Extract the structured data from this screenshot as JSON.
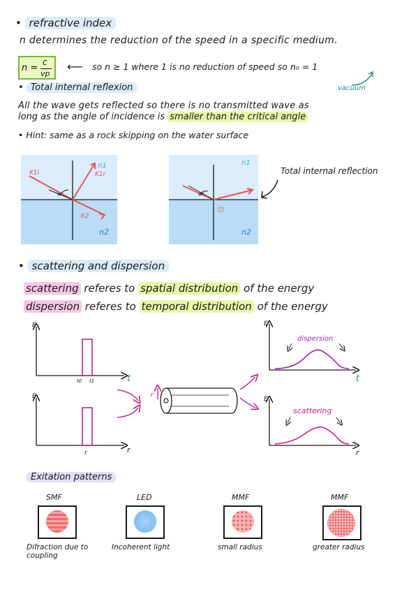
{
  "refractive": {
    "heading": "refractive index",
    "desc": "n determines the reduction of the speed in a specific medium.",
    "formula_n": "n =",
    "formula_num": "c",
    "formula_den": "vp",
    "formula_note": "so n ≥ 1 where 1 is no reduction of speed so n₀ = 1",
    "vacuum_label": "vacuum"
  },
  "tir": {
    "heading": "Total internal reflexion",
    "line1": "All the wave gets reflected so there is no transmitted wave as",
    "line2_a": "long as the angle of incidence is",
    "line2_hl": "smaller than the critical angle",
    "hint": "Hint: same as a rock skipping on the water surface",
    "diagram_labels": {
      "n1": "n1",
      "n2": "n2",
      "k1i": "K1i",
      "k1r": "K1r",
      "k2": "K2",
      "alpha": "αc",
      "empty": "∅"
    },
    "tir_caption": "Total internal reflection"
  },
  "scattering": {
    "heading": "scattering and dispersion",
    "scat_word": "scattering",
    "scat_rest_a": "referes to",
    "scat_hl": "spatial distribution",
    "scat_rest_b": "of the energy",
    "disp_word": "dispersion",
    "disp_rest_a": "referes to",
    "disp_hl": "temporal distribution",
    "disp_rest_b": "of the energy",
    "axis_e": "E",
    "axis_t": "t",
    "axis_r": "r",
    "t0": "t0",
    "t1": "t1",
    "r_label": "r",
    "dispersion_label": "dispersion",
    "scattering_label": "scattering"
  },
  "excitation": {
    "heading": "Exitation patterns",
    "items": [
      {
        "title": "SMF",
        "caption": "Difraction due to coupling",
        "color": "#f06a6a"
      },
      {
        "title": "LED",
        "caption": "Incoherent light",
        "color": "#7fbcf0"
      },
      {
        "title": "MMF",
        "caption": "small radius",
        "color": "#f5a0a0"
      },
      {
        "title": "MMF",
        "caption": "greater radius",
        "color": "#f07b7b"
      }
    ]
  },
  "colors": {
    "blue_highlight": "#dbecfa",
    "green_highlight": "#e6f7a8",
    "pink_highlight": "#f7c6e6",
    "purple_highlight": "#e3e0f7",
    "medium_blue": "#b9dcf7",
    "ray_red": "#e8564f",
    "pulse_magenta": "#c0148a",
    "teal": "#1b8f8a"
  }
}
